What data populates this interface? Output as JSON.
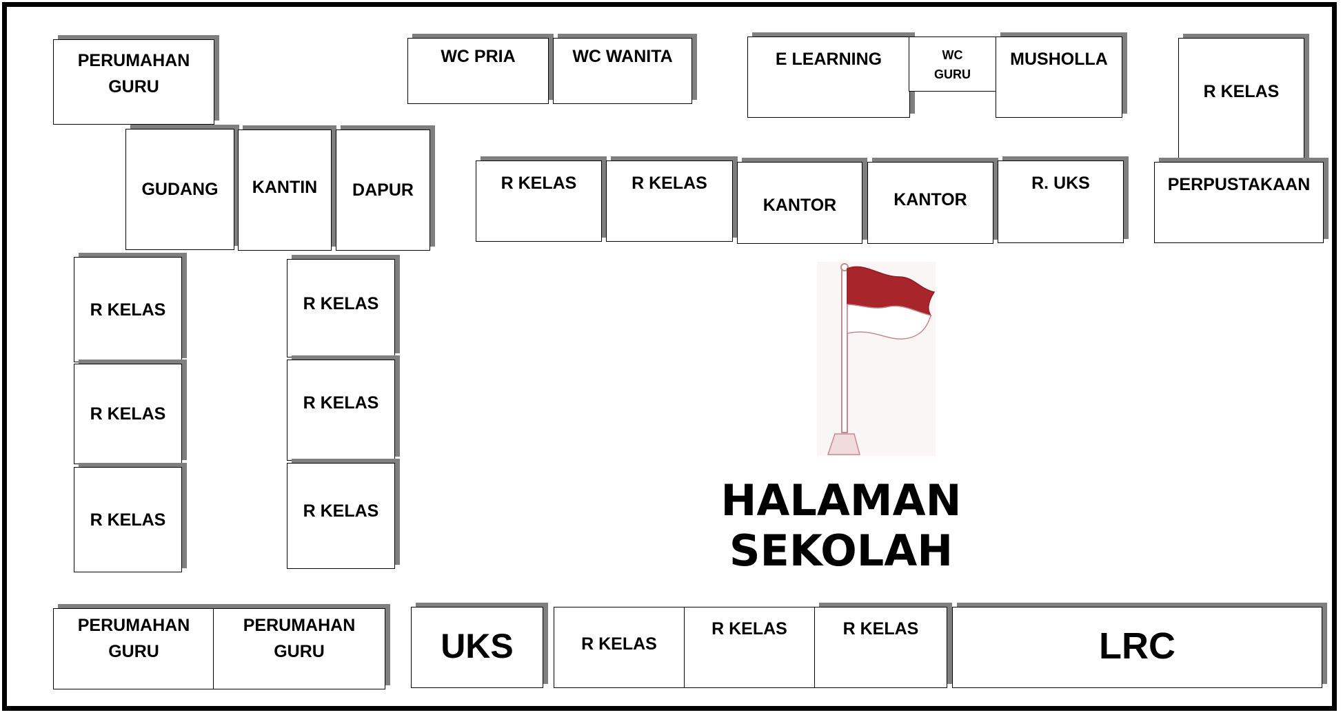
{
  "rooms": {
    "perumahan_guru_top": "PERUMAHAN GURU",
    "wc_pria": "WC PRIA",
    "wc_wanita": "WC WANITA",
    "e_learning": "E LEARNING",
    "wc_guru": "WC GURU",
    "musholla": "MUSHOLLA",
    "r_kelas_top_right": "R KELAS",
    "gudang": "GUDANG",
    "kantin": "KANTIN",
    "dapur": "DAPUR",
    "r_kelas_mid_1": "R KELAS",
    "r_kelas_mid_2": "R KELAS",
    "kantor_1": "KANTOR",
    "kantor_2": "KANTOR",
    "r_uks": "R. UKS",
    "perpustakaan": "PERPUSTAKAAN",
    "r_kelas_left_1": "R KELAS",
    "r_kelas_left_2": "R KELAS",
    "r_kelas_left_3": "R KELAS",
    "r_kelas_inner_1": "R KELAS",
    "r_kelas_inner_2": "R KELAS",
    "r_kelas_inner_3": "R KELAS",
    "perumahan_guru_bottom_1": "PERUMAHAN GURU",
    "perumahan_guru_bottom_2": "PERUMAHAN GURU",
    "uks": "UKS",
    "r_kelas_bottom_1": "R KELAS",
    "r_kelas_bottom_2": "R KELAS",
    "r_kelas_bottom_3": "R KELAS",
    "lrc": "LRC"
  },
  "yard_label": "HALAMAN SEKOLAH",
  "colors": {
    "border": "#000000",
    "shadow": "#7f7f7f",
    "flag_red": "#a8252b",
    "flag_pole": "#c48a8e"
  },
  "icons": {
    "flag": "flag-icon"
  }
}
